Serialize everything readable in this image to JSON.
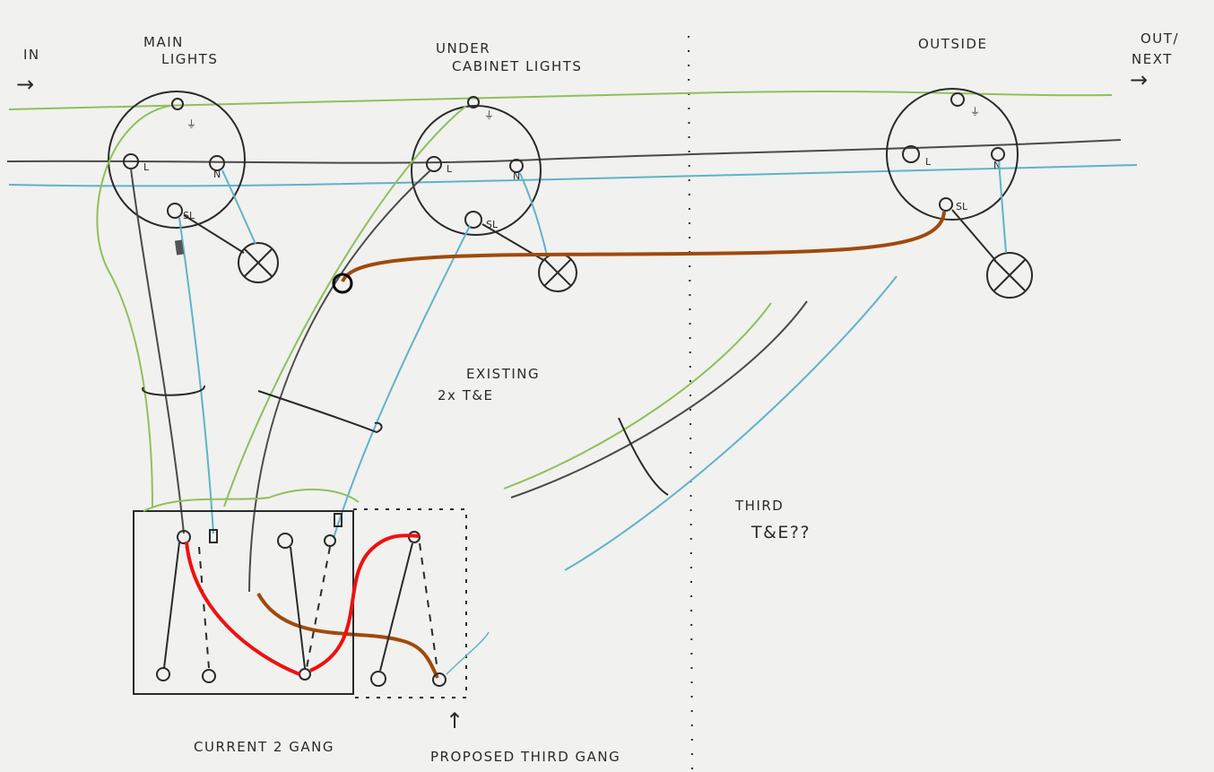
{
  "labels": {
    "in": "IN",
    "in_arrow": "→",
    "out": "OUT/",
    "next": "NEXT",
    "out_arrow": "→",
    "main_1": "MAIN",
    "main_2": "LIGHTS",
    "under_1": "UNDER",
    "under_2": "CABINET LIGHTS",
    "outside": "OUTSIDE",
    "existing_1": "EXISTING",
    "existing_2": "2x T&E",
    "third_1": "THIRD",
    "third_2": "T&E??",
    "current": "CURRENT  2 GANG",
    "proposed": "PROPOSED  THIRD GANG",
    "proposed_arrow": "↑"
  },
  "terminals": {
    "earth": "⏚",
    "live": "L",
    "neutral": "N",
    "switched_live": "SL"
  },
  "colors": {
    "earth_wire": "#8fc05a",
    "live_wire": "#4a4a4a",
    "neutral_wire": "#5fb3c9",
    "new_brown_wire": "#a04a0c",
    "new_red_wire": "#ee1111",
    "ink": "#2a2a2a",
    "paper": "#f1f1ef"
  }
}
